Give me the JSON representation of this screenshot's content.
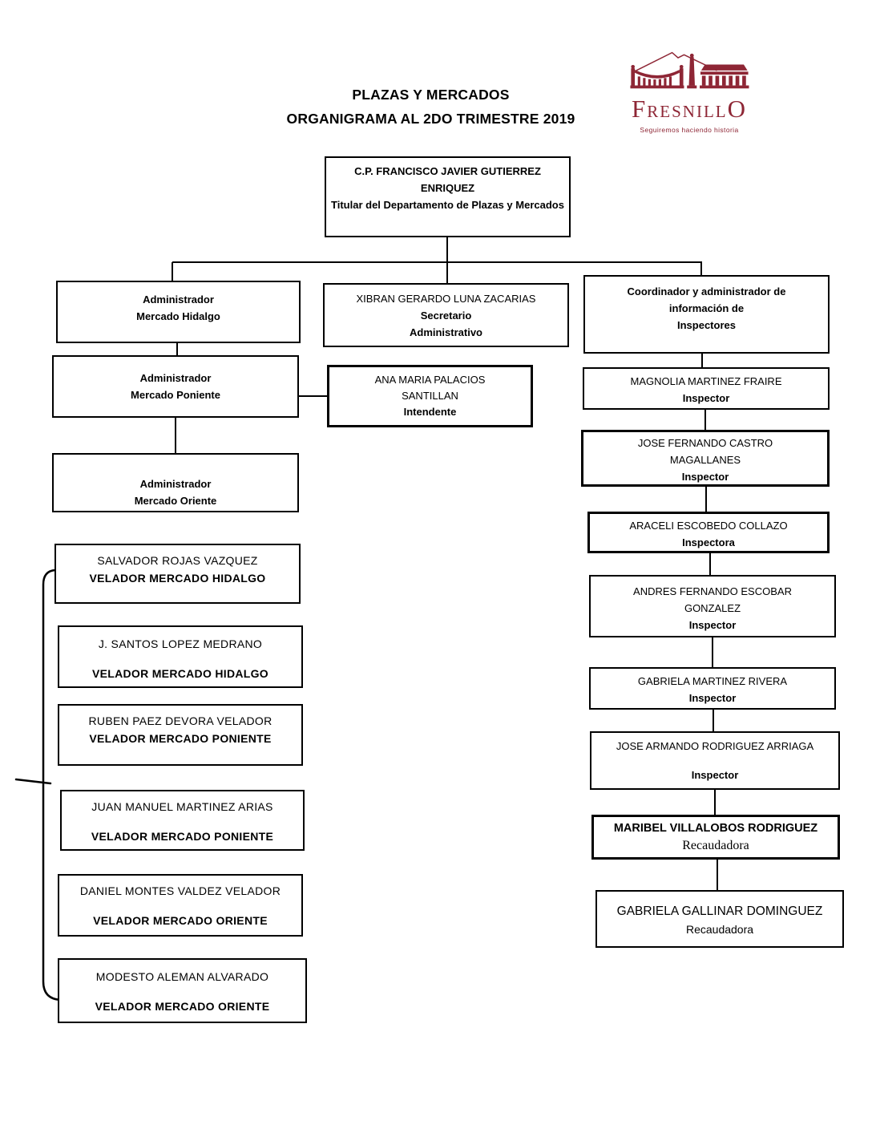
{
  "title": {
    "line1": "PLAZAS Y MERCADOS",
    "line2": "ORGANIGRAMA AL 2DO TRIMESTRE 2019"
  },
  "logo": {
    "parts": [
      "F",
      "RESNILL",
      "O"
    ],
    "tagline": "Seguiremos haciendo historia",
    "color": "#8e2635"
  },
  "org": {
    "titular": {
      "name": "C.P. FRANCISCO JAVIER GUTIERREZ ENRIQUEZ",
      "role": "Titular del Departamento de Plazas y Mercados"
    },
    "admin_hidalgo": {
      "role": "Administrador",
      "unit": "Mercado Hidalgo"
    },
    "secretario": {
      "name": "XIBRAN GERARDO LUNA ZACARIAS",
      "role_line1": "Secretario",
      "role_line2": "Administrativo"
    },
    "coordinador": {
      "role_line1": "Coordinador y administrador de",
      "role_line2": "información de",
      "role_line3": "Inspectores"
    },
    "admin_poniente": {
      "role": "Administrador",
      "unit": "Mercado Poniente"
    },
    "intendente": {
      "name_line1": "ANA MARIA PALACIOS",
      "name_line2": "SANTILLAN",
      "role": "Intendente"
    },
    "admin_oriente": {
      "role": "Administrador",
      "unit": "Mercado Oriente"
    },
    "velador1": {
      "name": "SALVADOR ROJAS VAZQUEZ",
      "role": "VELADOR MERCADO HIDALGO"
    },
    "velador2": {
      "name": "J. SANTOS LOPEZ MEDRANO",
      "role": "VELADOR MERCADO HIDALGO"
    },
    "velador3": {
      "name": "RUBEN PAEZ DEVORA VELADOR",
      "role": "VELADOR MERCADO PONIENTE"
    },
    "velador4": {
      "name": "JUAN MANUEL MARTINEZ ARIAS",
      "role": "VELADOR MERCADO PONIENTE"
    },
    "velador5": {
      "name": "DANIEL MONTES VALDEZ VELADOR",
      "role": "VELADOR MERCADO ORIENTE"
    },
    "velador6": {
      "name": "MODESTO ALEMAN ALVARADO",
      "role": "VELADOR MERCADO ORIENTE"
    },
    "inspector1": {
      "name": "MAGNOLIA MARTINEZ FRAIRE",
      "role": "Inspector"
    },
    "inspector2": {
      "name": "JOSE FERNANDO CASTRO MAGALLANES",
      "role": "Inspector"
    },
    "inspector3": {
      "name": "ARACELI ESCOBEDO COLLAZO",
      "role": "Inspectora"
    },
    "inspector4": {
      "name": "ANDRES FERNANDO ESCOBAR GONZALEZ",
      "role": "Inspector"
    },
    "inspector5": {
      "name": "GABRIELA MARTINEZ RIVERA",
      "role": "Inspector"
    },
    "inspector6": {
      "name": "JOSE ARMANDO RODRIGUEZ ARRIAGA",
      "role": "Inspector"
    },
    "recaudadora1": {
      "name": "MARIBEL VILLALOBOS RODRIGUEZ",
      "role": "Recaudadora"
    },
    "recaudadora2": {
      "name": "GABRIELA GALLINAR DOMINGUEZ",
      "role": "Recaudadora"
    }
  }
}
